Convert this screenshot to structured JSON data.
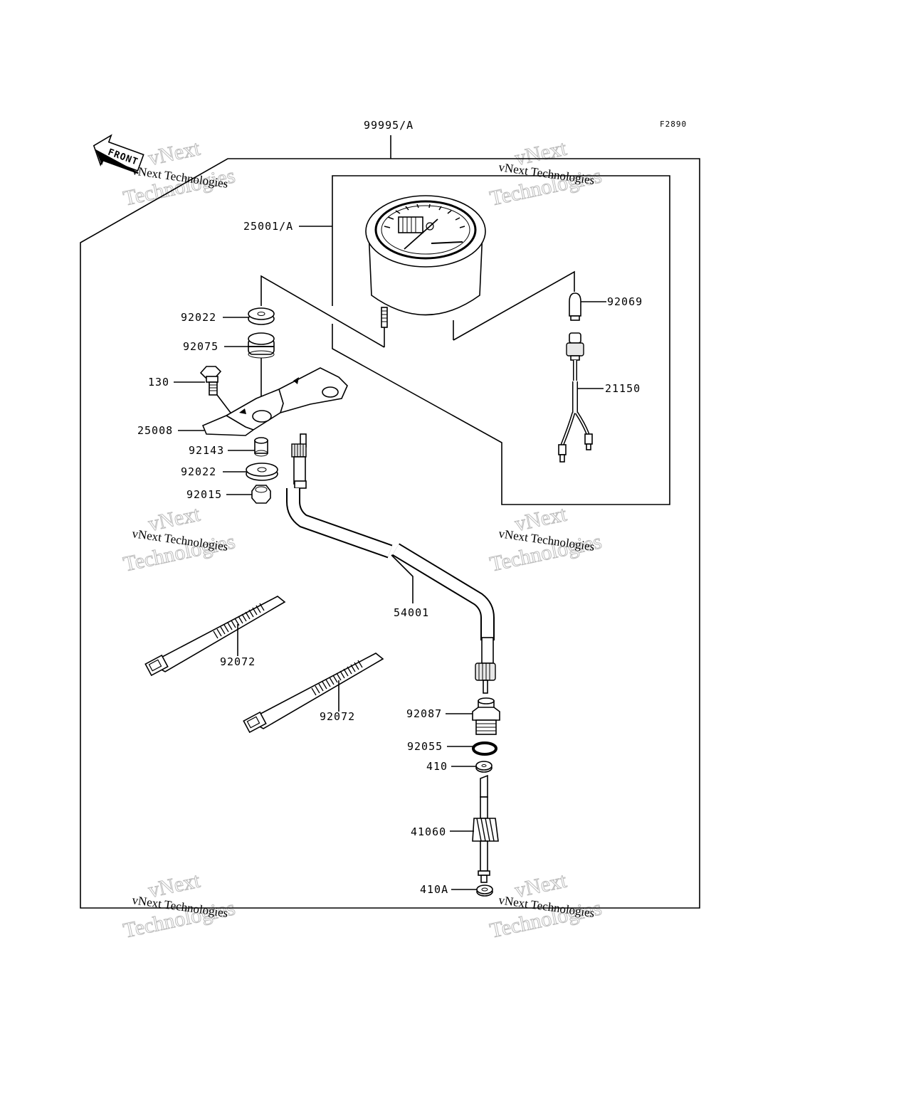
{
  "diagram": {
    "figure_code": "F2890",
    "front_label": "FRONT",
    "watermark": {
      "line1": "vNext Technologies",
      "line2": "vNext",
      "line3": "Technologies"
    },
    "parts": [
      {
        "id": "assembly",
        "label": "99995/A"
      },
      {
        "id": "meter",
        "label": "25001/A"
      },
      {
        "id": "bulb",
        "label": "92069"
      },
      {
        "id": "socket",
        "label": "21150"
      },
      {
        "id": "washer-top",
        "label": "92022"
      },
      {
        "id": "grommet",
        "label": "92075"
      },
      {
        "id": "bolt",
        "label": "130"
      },
      {
        "id": "bracket",
        "label": "25008"
      },
      {
        "id": "collar",
        "label": "92143"
      },
      {
        "id": "washer-bottom",
        "label": "92022"
      },
      {
        "id": "nut",
        "label": "92015"
      },
      {
        "id": "cable",
        "label": "54001"
      },
      {
        "id": "band-1",
        "label": "92072"
      },
      {
        "id": "band-2",
        "label": "92072"
      },
      {
        "id": "bushing",
        "label": "92087"
      },
      {
        "id": "o-ring",
        "label": "92055"
      },
      {
        "id": "washer-410",
        "label": "410"
      },
      {
        "id": "pinion",
        "label": "41060"
      },
      {
        "id": "washer-410a",
        "label": "410A"
      }
    ]
  }
}
